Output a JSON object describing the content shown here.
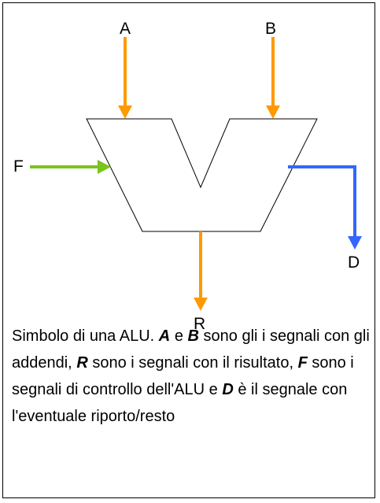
{
  "diagram": {
    "labels": {
      "a": "A",
      "b": "B",
      "f": "F",
      "d": "D",
      "r": "R"
    },
    "colors": {
      "operand_arrow": "#ff9900",
      "control_arrow": "#7ac41e",
      "carry_arrow": "#3366ff",
      "outline": "#000000"
    }
  },
  "caption": {
    "t1": "Simbolo di una ALU.",
    "a": "A",
    "t2": "e",
    "b": "B",
    "t3": "sono gli i segnali con gli addendi,",
    "r": "R",
    "t4": "sono i segnali con il risultato,",
    "f": "F",
    "t5": "sono i segnali di controllo dell'ALU e",
    "d": "D",
    "t6": "è il segnale con l'eventuale riporto/resto"
  }
}
